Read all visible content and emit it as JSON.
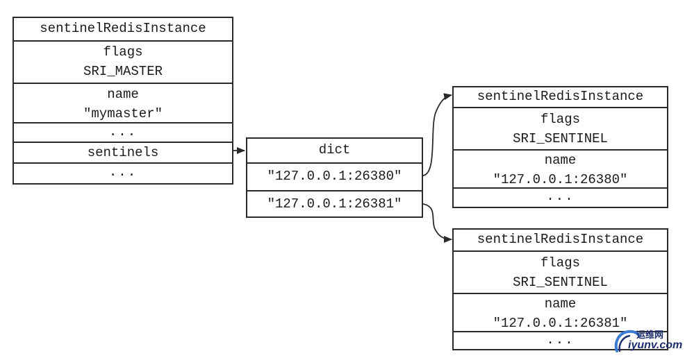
{
  "master": {
    "title": "sentinelRedisInstance",
    "flags_label": "flags",
    "flags_value": "SRI_MASTER",
    "name_label": "name",
    "name_value": "\"mymaster\"",
    "ellipsis_1": "...",
    "sentinels_label": "sentinels",
    "ellipsis_2": "..."
  },
  "dict": {
    "title": "dict",
    "key_1": "\"127.0.0.1:26380\"",
    "key_2": "\"127.0.0.1:26381\""
  },
  "sentinel_1": {
    "title": "sentinelRedisInstance",
    "flags_label": "flags",
    "flags_value": "SRI_SENTINEL",
    "name_label": "name",
    "name_value": "\"127.0.0.1:26380\"",
    "ellipsis": "..."
  },
  "sentinel_2": {
    "title": "sentinelRedisInstance",
    "flags_label": "flags",
    "flags_value": "SRI_SENTINEL",
    "name_label": "name",
    "name_value": "\"127.0.0.1:26381\"",
    "ellipsis": "..."
  },
  "watermark": {
    "top": "运维网",
    "bottom": "iyunv.com"
  },
  "colors": {
    "stroke": "#2a2a2a",
    "watermark": "#1f2f6e"
  }
}
